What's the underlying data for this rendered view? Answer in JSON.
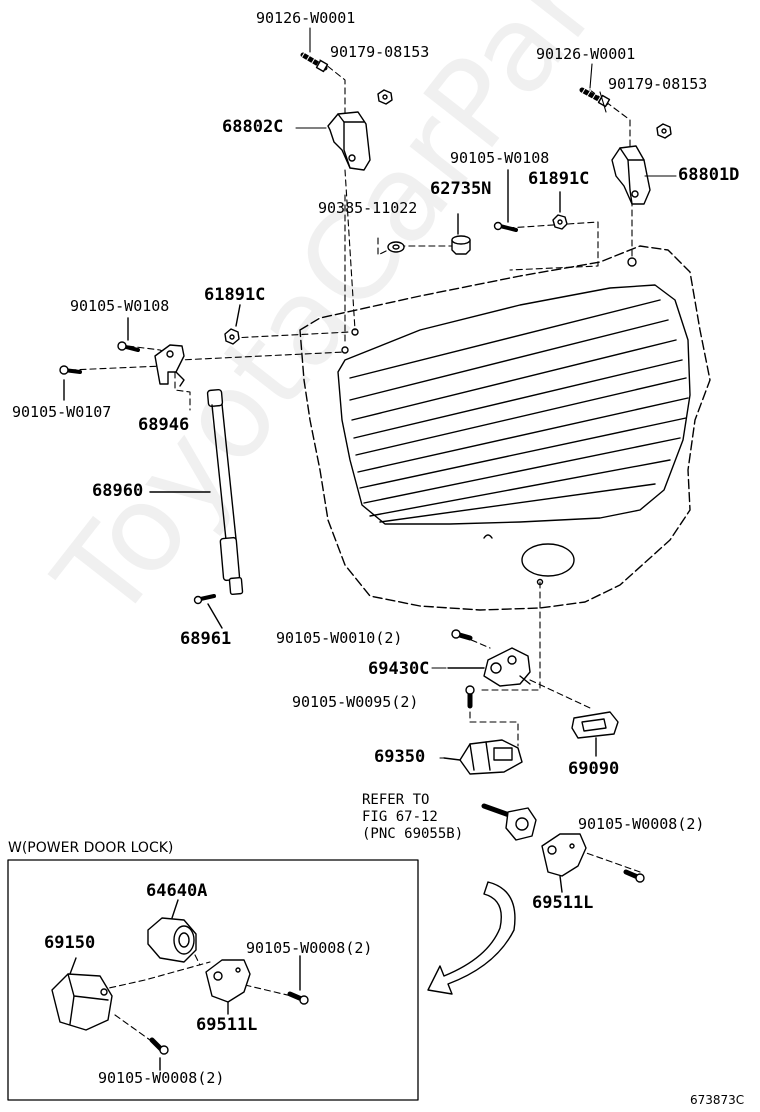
{
  "watermark": "ToyotaCarParts.ru",
  "diagram_code": "673873C",
  "sub_box": {
    "title": "W(POWER DOOR LOCK)"
  },
  "refer_note": "REFER TO\nFIG 67-12\n(PNC 69055B)",
  "labels": {
    "bolt_left": "90126-W0001",
    "nut_left": "90179-08153",
    "bolt_right": "90126-W0001",
    "nut_right": "90179-08153",
    "hinge_left": "68802C",
    "hinge_right": "68801D",
    "screw_90105_w0108_top": "90105-W0108",
    "nut_61891c_top": "61891C",
    "plug_62735n": "62735N",
    "clip_90385": "90385-11022",
    "screw_90105_w0108_left": "90105-W0108",
    "nut_61891c_left": "61891C",
    "screw_90105_w0107": "90105-W0107",
    "bracket_68946": "68946",
    "stay_68960": "68960",
    "bolt_68961": "68961",
    "bolt_w0010": "90105-W0010(2)",
    "lock_69430c": "69430C",
    "bolt_w0095": "90105-W0095(2)",
    "striker_69350": "69350",
    "pad_69090": "69090",
    "screw_w0008_right": "90105-W0008(2)",
    "cover_69511l_right": "69511L",
    "actuator_64640a": "64640A",
    "motor_69150": "69150",
    "screw_w0008_box": "90105-W0008(2)",
    "cover_69511l_box": "69511L",
    "screw_w0008_bottom": "90105-W0008(2)"
  }
}
